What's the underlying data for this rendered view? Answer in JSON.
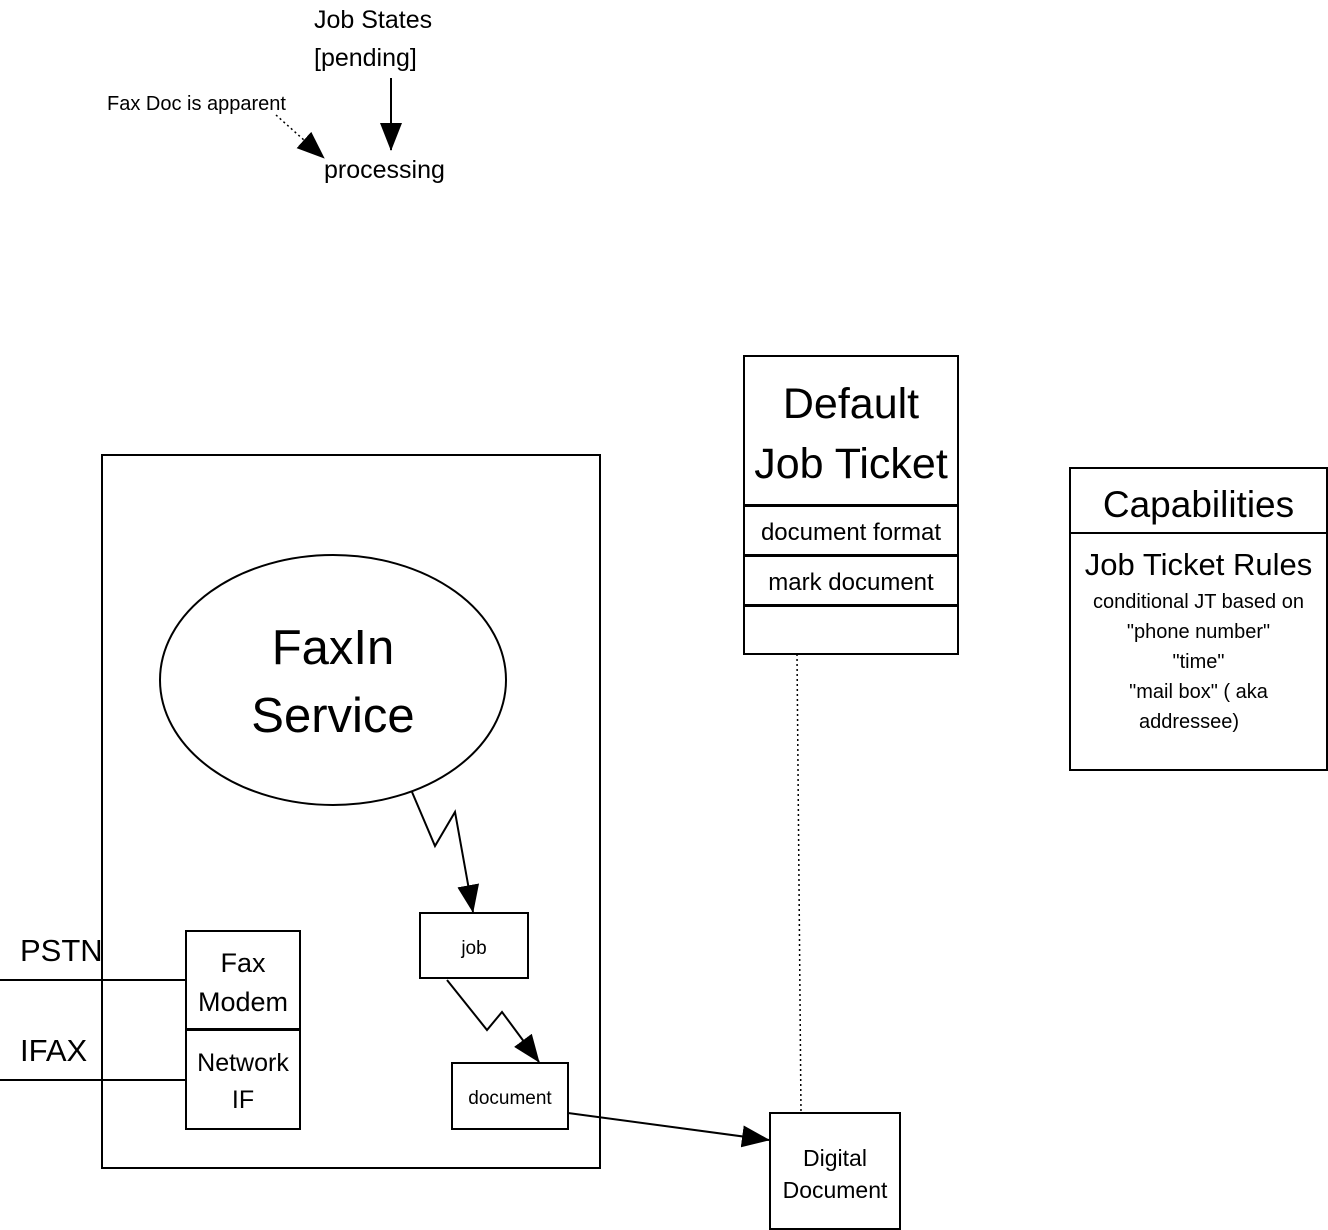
{
  "states": {
    "title_line1": "Job States",
    "title_line2": "[pending]",
    "processing": "processing",
    "fax_doc_note": "Fax Doc is apparent"
  },
  "service": {
    "line1": "FaxIn",
    "line2": "Service"
  },
  "job": {
    "label": "job"
  },
  "document": {
    "label": "document"
  },
  "fax_modem": {
    "line1": "Fax",
    "line2": "Modem"
  },
  "network_if": {
    "line1": "Network",
    "line2": "IF"
  },
  "inputs": {
    "pstn": "PSTN",
    "ifax": "IFAX"
  },
  "default_ticket": {
    "title_line1": "Default",
    "title_line2": "Job Ticket",
    "row1": "document format",
    "row2": "mark document",
    "row3": ""
  },
  "capabilities": {
    "title": "Capabilities",
    "subtitle": "Job Ticket Rules",
    "rule_line1": "conditional JT based on",
    "rule_line2": "\"phone number\"",
    "rule_line3": "\"time\"",
    "rule_line4": "\"mail box\"  ( aka",
    "rule_line5": "addressee)"
  },
  "digital_document": {
    "line1": "Digital",
    "line2": "Document"
  }
}
